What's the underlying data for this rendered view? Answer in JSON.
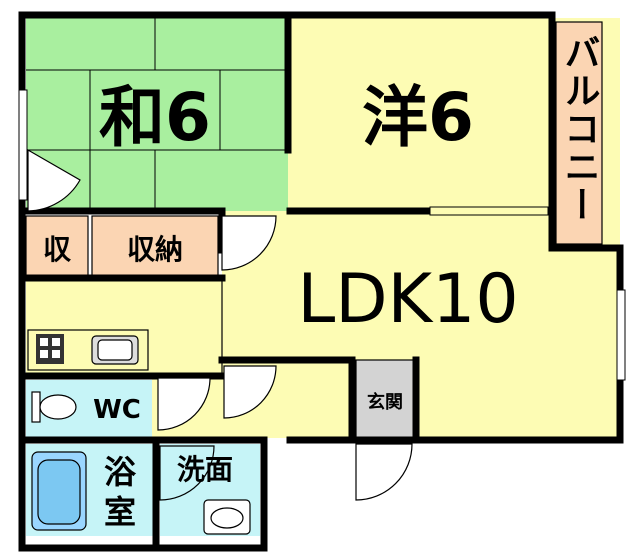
{
  "rooms": {
    "washitsu": "和6",
    "youshitsu": "洋6",
    "ldk": "LDK10",
    "balcony": "バルコニー",
    "storage_small": "収",
    "storage_closet": "収納",
    "wc": "WC",
    "bath_line1": "浴",
    "bath_line2": "室",
    "washroom": "洗面",
    "entrance": "玄関"
  },
  "colors": {
    "tatami": "#a9ef9f",
    "room": "#fdfcb4",
    "storage": "#fbd5b3",
    "wet": "#c6f4f7",
    "entrance": "#d3d3d3",
    "wall": "#000000"
  },
  "icons": [
    "kitchen-stove-icon",
    "kitchen-sink-icon",
    "toilet-icon",
    "bathtub-icon",
    "wash-basin-icon"
  ]
}
